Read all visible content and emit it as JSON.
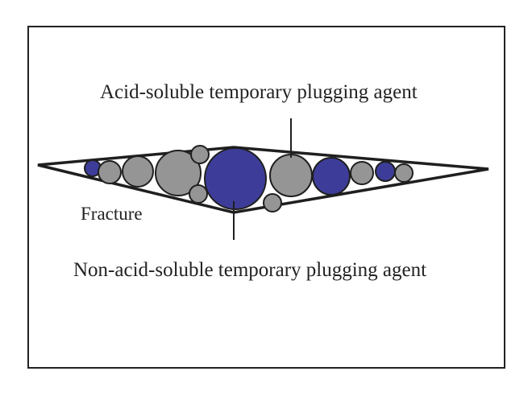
{
  "labels": {
    "acid_soluble": "Acid-soluble temporary plugging agent",
    "fracture": "Fracture",
    "non_acid_soluble": "Non-acid-soluble temporary plugging agent"
  },
  "colors": {
    "acid_soluble_fill": "#959595",
    "non_acid_soluble_fill": "#3d3d99",
    "outline": "#1f1f1f",
    "fracture_fill": "#ffffff"
  },
  "particle_sequence": [
    "non-acid-soluble",
    "acid-soluble",
    "acid-soluble",
    "acid-soluble",
    "acid-soluble",
    "acid-soluble",
    "non-acid-soluble",
    "acid-soluble",
    "acid-soluble",
    "non-acid-soluble",
    "acid-soluble",
    "non-acid-soluble",
    "acid-soluble"
  ]
}
